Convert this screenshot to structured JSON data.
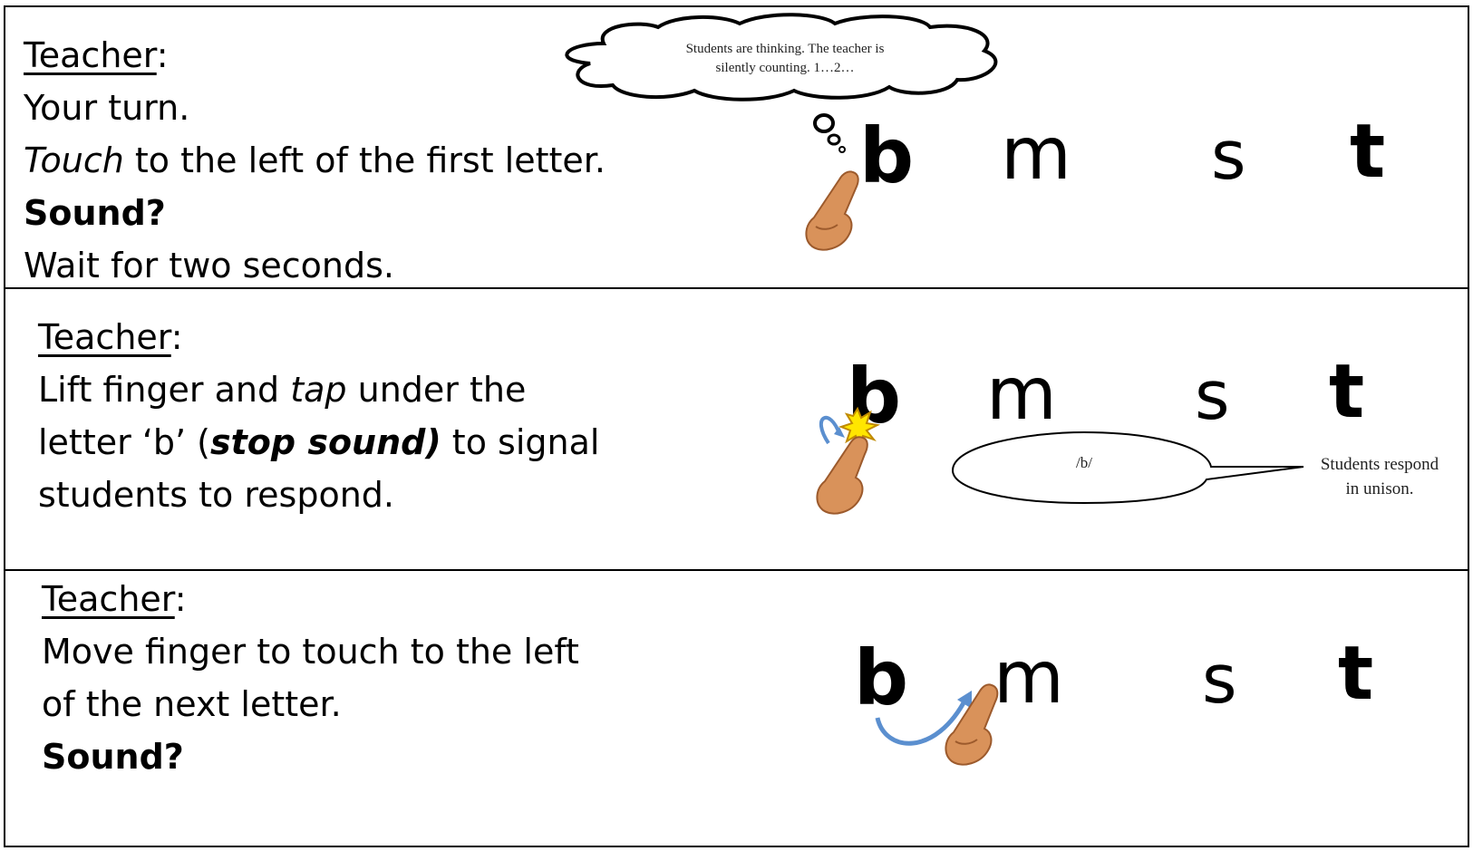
{
  "panels": [
    {
      "teacher_label": "Teacher",
      "colon": ":",
      "line1": "Your turn.",
      "line2_em": "Touch",
      "line2_rest": " to the left of the first letter.",
      "line3": "Sound?",
      "line4": "Wait for two seconds.",
      "thought_bubble": {
        "line1": "Students are thinking.  The teacher is",
        "line2": "silently counting. 1…2…"
      }
    },
    {
      "teacher_label": "Teacher",
      "colon": ":",
      "line1_a": "Lift finger and ",
      "line1_em": "tap",
      "line1_b": " under the",
      "line2_a": "letter ‘b’ (",
      "line2_bi": "stop sound)",
      "line2_b": " to signal",
      "line3": "students to respond.",
      "speech_bubble": "/b/",
      "callout_line1": "Students respond",
      "callout_line2": "in unison."
    },
    {
      "teacher_label": "Teacher",
      "colon": ":",
      "line1": "Move finger to touch to the left",
      "line2": "of the next letter.",
      "line3": "Sound?"
    }
  ],
  "letters": [
    "b",
    "m",
    "s",
    "t"
  ],
  "colors": {
    "arrow": "#5b8fcf",
    "skin": "#d9925a",
    "spark": "#ffe600",
    "border": "#000000"
  }
}
